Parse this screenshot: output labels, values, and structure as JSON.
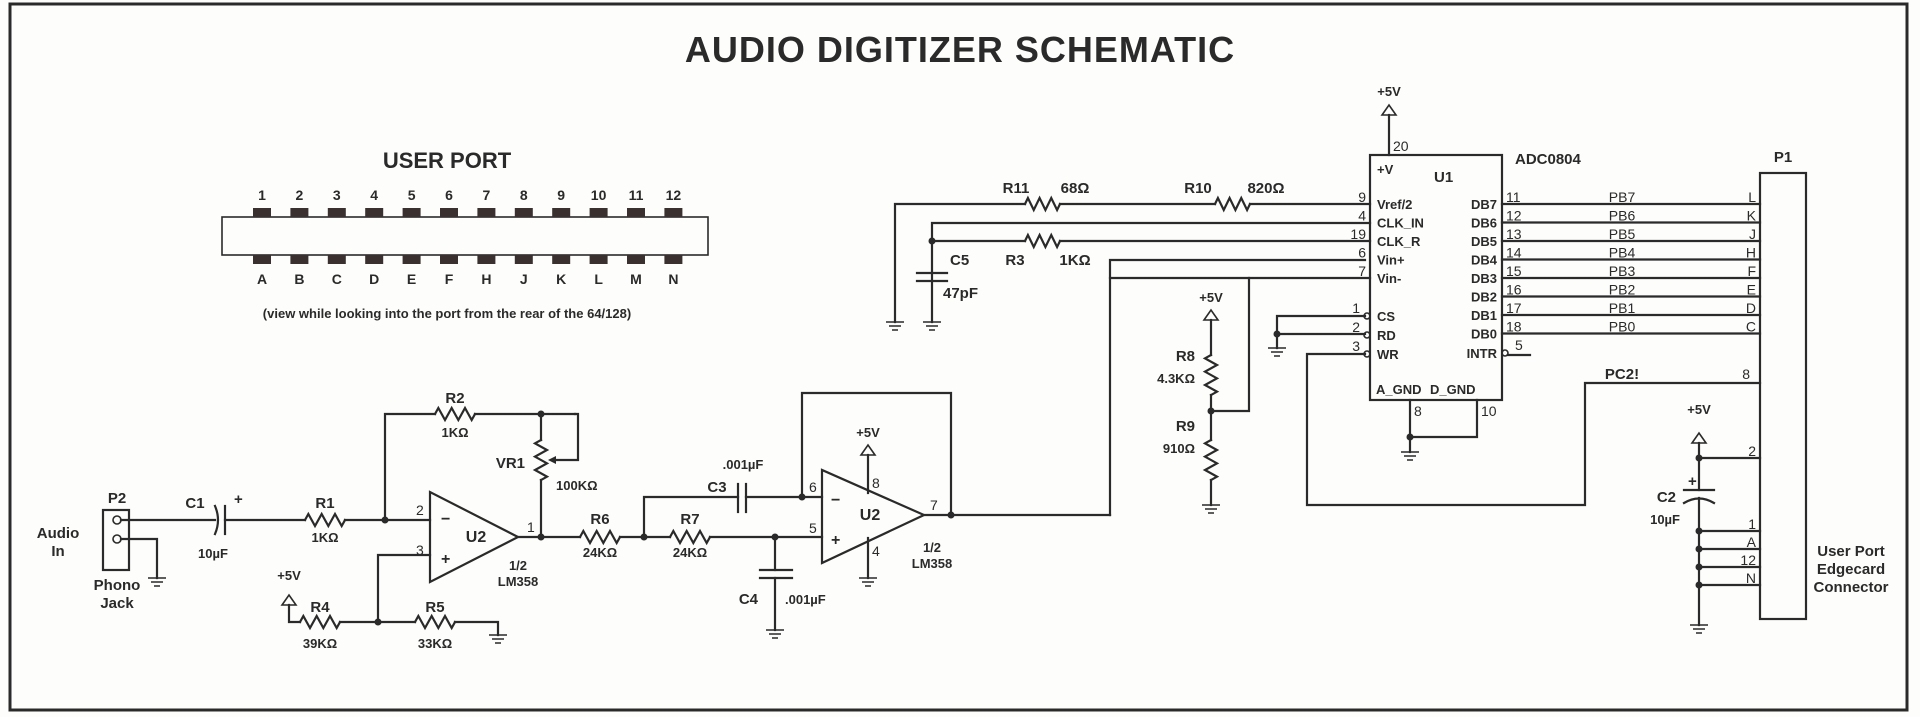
{
  "title": "AUDIO DIGITIZER SCHEMATIC",
  "user_port": {
    "heading": "USER PORT",
    "top_pins": [
      "1",
      "2",
      "3",
      "4",
      "5",
      "6",
      "7",
      "8",
      "9",
      "10",
      "11",
      "12"
    ],
    "bottom_pins": [
      "A",
      "B",
      "C",
      "D",
      "E",
      "F",
      "H",
      "J",
      "K",
      "L",
      "M",
      "N"
    ],
    "note": "(view while looking into the port from the rear of the 64/128)"
  },
  "input": {
    "connector_ref": "P2",
    "connector_name_line1": "Phono",
    "connector_name_line2": "Jack",
    "signal_line1": "Audio",
    "signal_line2": "In"
  },
  "components": {
    "C1": {
      "ref": "C1",
      "value": "10µF",
      "polarity": "+"
    },
    "R1": {
      "ref": "R1",
      "value": "1KΩ"
    },
    "R2": {
      "ref": "R2",
      "value": "1KΩ"
    },
    "VR1": {
      "ref": "VR1",
      "value": "100KΩ"
    },
    "R4": {
      "ref": "R4",
      "value": "39KΩ"
    },
    "R5": {
      "ref": "R5",
      "value": "33KΩ"
    },
    "R6": {
      "ref": "R6",
      "value": "24KΩ"
    },
    "R7": {
      "ref": "R7",
      "value": "24KΩ"
    },
    "C3": {
      "ref": "C3",
      "value": ".001µF"
    },
    "C4": {
      "ref": "C4",
      "value": ".001µF"
    },
    "R11": {
      "ref": "R11",
      "value": "68Ω"
    },
    "R10": {
      "ref": "R10",
      "value": "820Ω"
    },
    "R3": {
      "ref": "R3",
      "value": "1KΩ"
    },
    "C5": {
      "ref": "C5",
      "value": "47pF"
    },
    "R8": {
      "ref": "R8",
      "value": "4.3KΩ"
    },
    "R9": {
      "ref": "R9",
      "value": "910Ω"
    },
    "C2": {
      "ref": "C2",
      "value": "10µF",
      "polarity": "+"
    }
  },
  "opamp1": {
    "ref": "U2",
    "part_line1": "1/2",
    "part_line2": "LM358",
    "pin_inv": "2",
    "pin_noninv": "3",
    "pin_out": "1",
    "sym_minus": "−",
    "sym_plus": "+"
  },
  "opamp2": {
    "ref": "U2",
    "part_line1": "1/2",
    "part_line2": "LM358",
    "pin_inv": "6",
    "pin_noninv": "5",
    "pin_out": "7",
    "pin_vcc": "8",
    "pin_gnd": "4",
    "sym_minus": "−",
    "sym_plus": "+"
  },
  "supply_label": "+5V",
  "adc": {
    "ref": "U1",
    "part": "ADC0804",
    "vplus_label": "+V",
    "vplus_pin": "20",
    "left_pins": [
      {
        "pin": "9",
        "name": "Vref/2"
      },
      {
        "pin": "4",
        "name": "CLK_IN"
      },
      {
        "pin": "19",
        "name": "CLK_R"
      },
      {
        "pin": "6",
        "name": "Vin+"
      },
      {
        "pin": "7",
        "name": "Vin-"
      }
    ],
    "ctrl_pins": [
      {
        "pin": "1",
        "name": "CS"
      },
      {
        "pin": "2",
        "name": "RD"
      },
      {
        "pin": "3",
        "name": "WR"
      }
    ],
    "right_pins": [
      {
        "pin": "11",
        "name": "DB7",
        "net": "PB7",
        "port": "L"
      },
      {
        "pin": "12",
        "name": "DB6",
        "net": "PB6",
        "port": "K"
      },
      {
        "pin": "13",
        "name": "DB5",
        "net": "PB5",
        "port": "J"
      },
      {
        "pin": "14",
        "name": "DB4",
        "net": "PB4",
        "port": "H"
      },
      {
        "pin": "15",
        "name": "DB3",
        "net": "PB3",
        "port": "F"
      },
      {
        "pin": "16",
        "name": "DB2",
        "net": "PB2",
        "port": "E"
      },
      {
        "pin": "17",
        "name": "DB1",
        "net": "PB1",
        "port": "D"
      },
      {
        "pin": "18",
        "name": "DB0",
        "net": "PB0",
        "port": "C"
      }
    ],
    "intr": {
      "pin": "5",
      "name": "INTR"
    },
    "agnd": {
      "pin": "8",
      "name": "A_GND"
    },
    "dgnd": {
      "pin": "10",
      "name": "D_GND"
    }
  },
  "edge": {
    "ref": "P1",
    "pc2_net": "PC2!",
    "pc2_pin": "8",
    "pins_lower": [
      "2",
      "1",
      "A",
      "12",
      "N"
    ],
    "name_line1": "User Port",
    "name_line2": "Edgecard",
    "name_line3": "Connector"
  }
}
